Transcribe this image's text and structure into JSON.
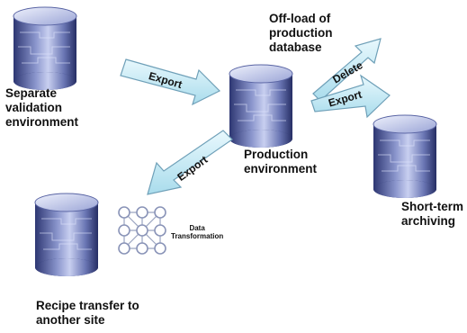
{
  "labels": {
    "validation_env": "Separate\nvalidation\nenvironment",
    "production_env": "Production\nenvironment",
    "offload_db": "Off-load of\nproduction\ndatabase",
    "short_term": "Short-term\narchiving",
    "recipe_transfer": "Recipe transfer to\nanother site",
    "data_transform": "Data\nTransformation"
  },
  "arrows": {
    "export_main": "Export",
    "delete": "Delete",
    "export_archive": "Export",
    "export_recipe": "Export"
  },
  "colors": {
    "cylinder_dark": "#2f3a78",
    "cylinder_mid": "#6f7bb8",
    "cylinder_light": "#c9d0ee",
    "arrow_fill": "#c9ecf7",
    "arrow_stroke": "#6fa0b8"
  }
}
